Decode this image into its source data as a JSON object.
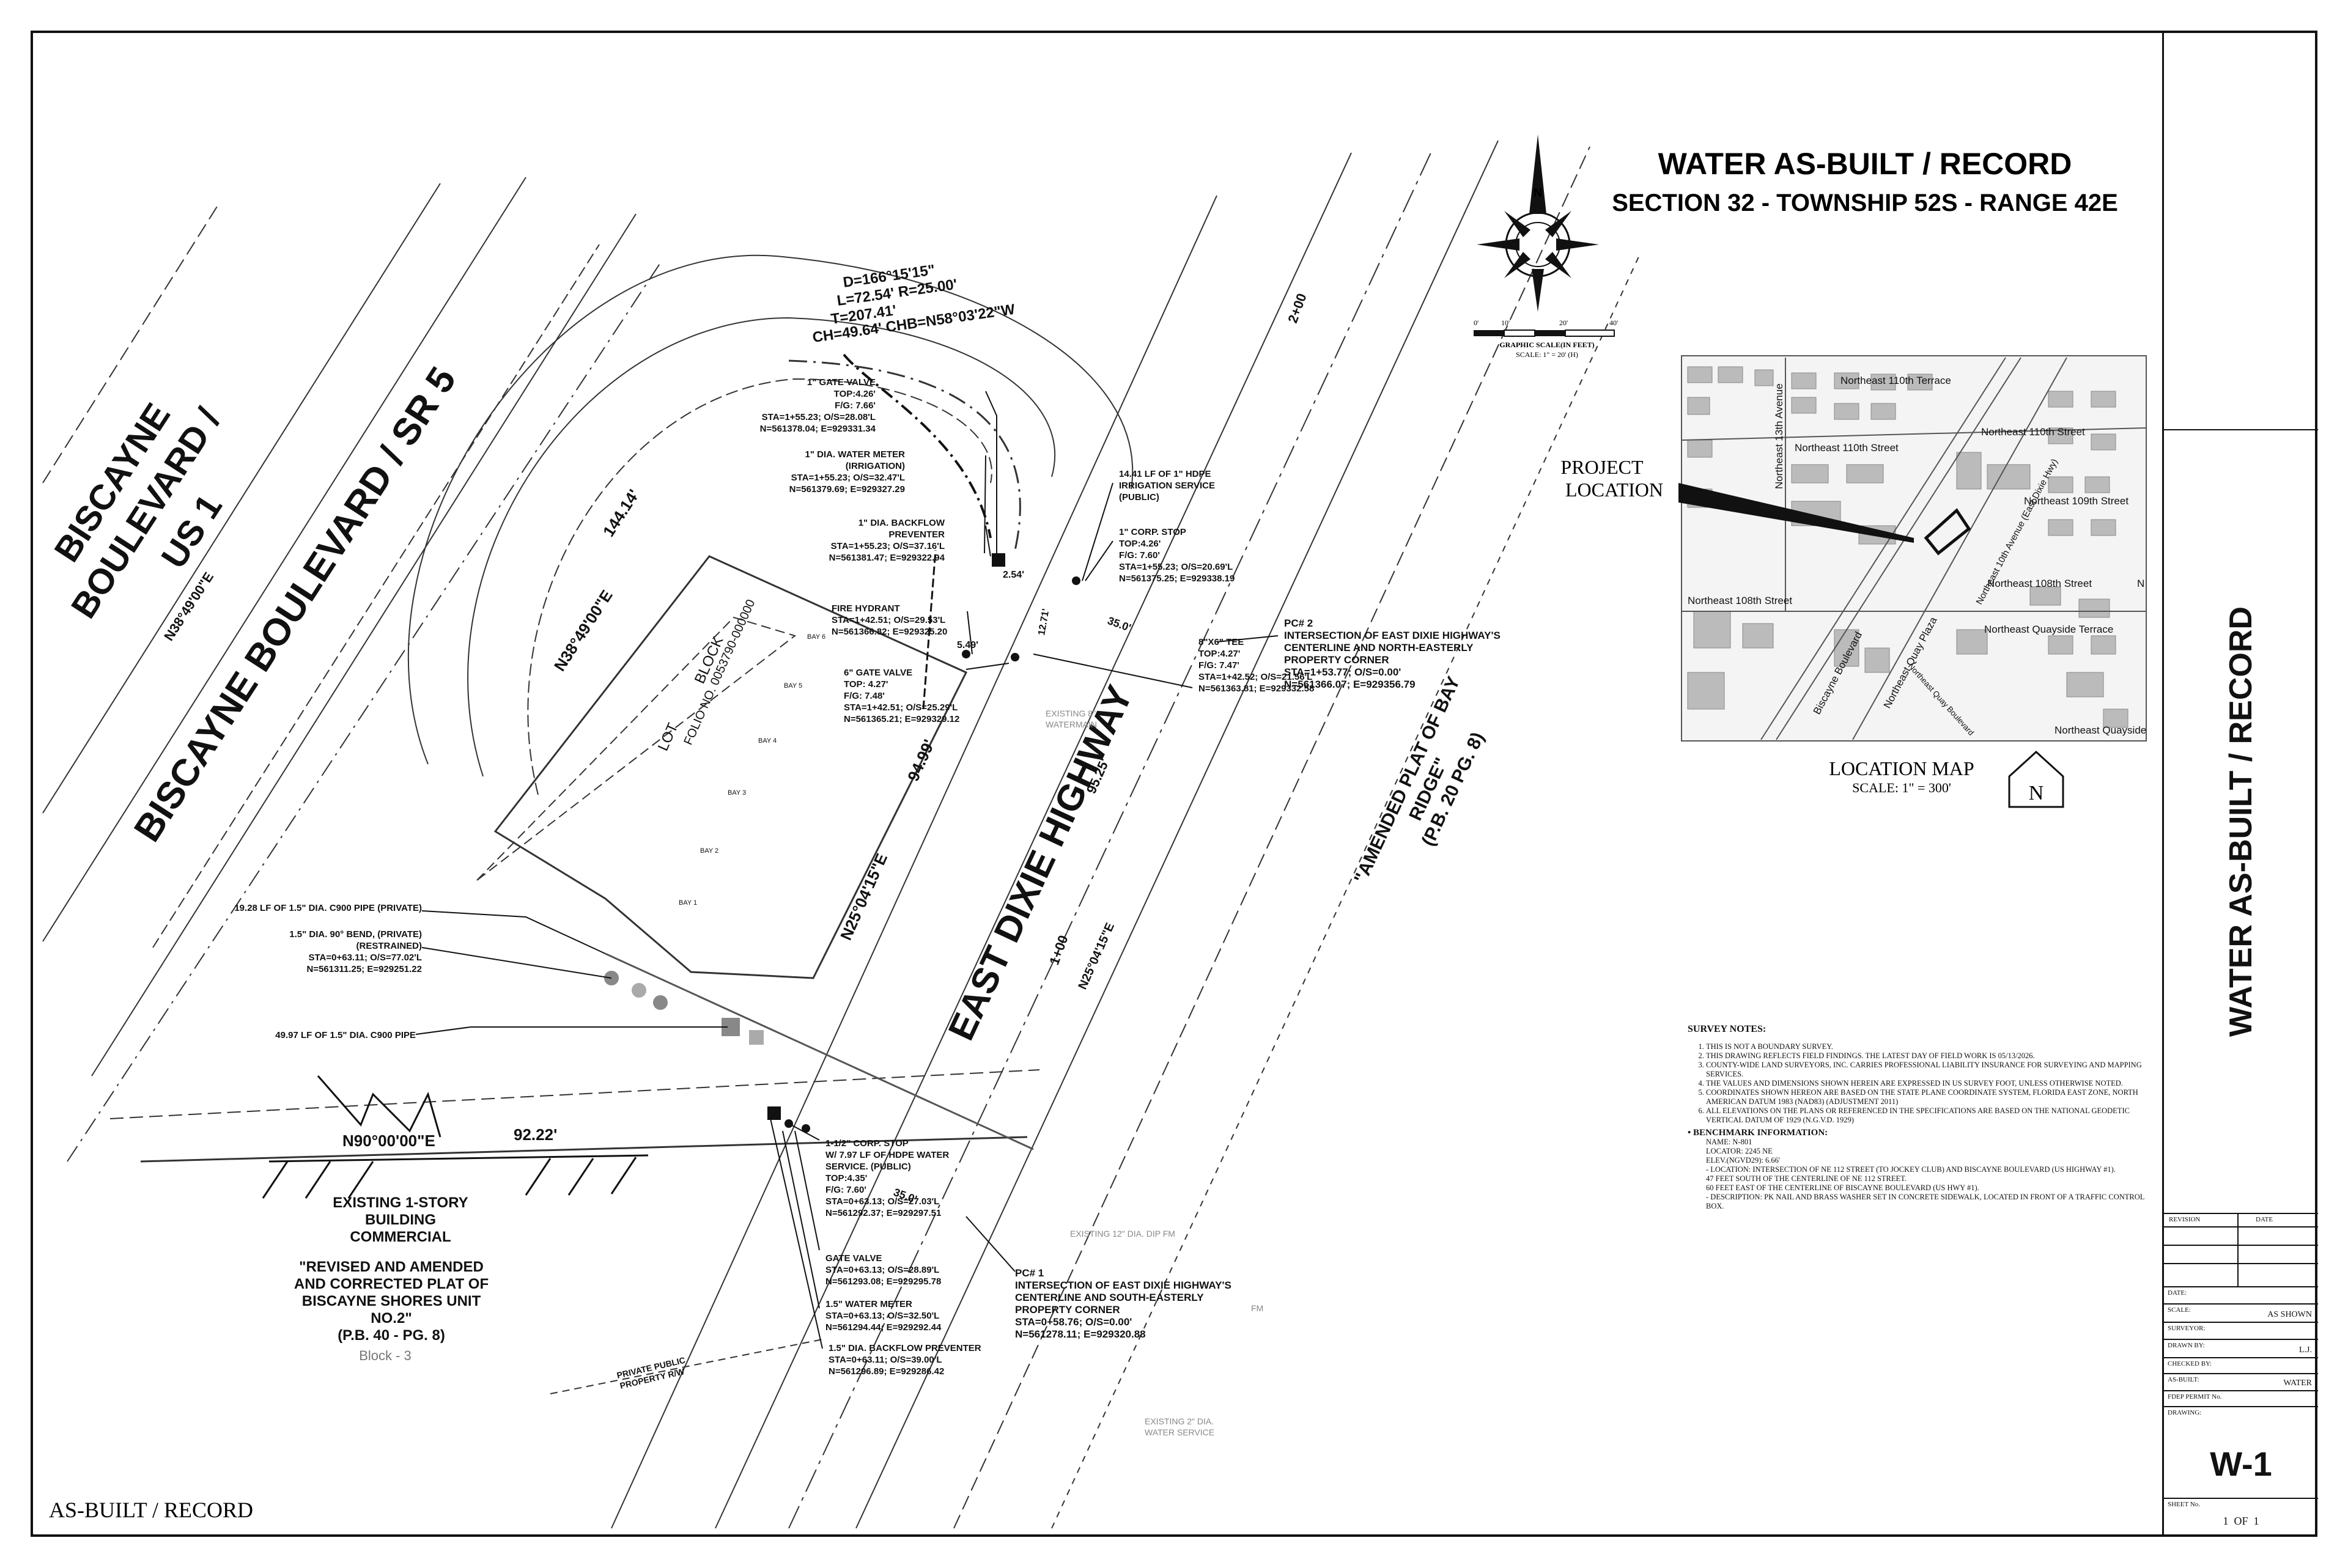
{
  "title": {
    "main": "WATER AS-BUILT / RECORD",
    "sub": "SECTION 32 - TOWNSHIP 52S - RANGE 42E"
  },
  "stamp": "AS-BUILT / RECORD",
  "north_letter": "N",
  "graphic_scale": {
    "ticks": [
      "0'",
      "10'",
      "20'",
      "40'"
    ],
    "label": "GRAPHIC SCALE(IN FEET)",
    "scale": "SCALE: 1\" = 20' (H)"
  },
  "location_map": {
    "project_label_1": "PROJECT",
    "project_label_2": "LOCATION",
    "title": "LOCATION MAP",
    "scale": "SCALE: 1\" = 300'",
    "streets": [
      "Northeast 110th Terrace",
      "Northeast 110th Street",
      "Northeast 110th Street",
      "Northeast 109th Street",
      "Northeast 108th Street",
      "Northeast 108th Street",
      "Northeast Quayside Terrace",
      "Northeast Quayside",
      "Biscayne Boulevard",
      "Northeast Quay Plaza",
      "Northeast Quay Boulevard",
      "Northeast 13th Avenue",
      "Northeast 10th Avenue (East Dixie Hwy)",
      "N"
    ]
  },
  "plan": {
    "roads": {
      "biscayne_us1": [
        "BISCAYNE",
        "BOULEVARD /",
        "US 1"
      ],
      "biscayne_sr5": "BISCAYNE   BOULEVARD / SR 5",
      "east_dixie": "EAST   DIXIE   HIGHWAY",
      "amended_plat": [
        "\"AMENDED PLAT OF BAY",
        "RIDGE\"",
        "(P.B. 20 PG. 8)"
      ]
    },
    "bearings": {
      "n38_a": "N38°49'00\"E",
      "n38_b": "N38°49'00\"E",
      "n25_a": "N25°04'15\"E",
      "n25_b": "N25°04'15\"E",
      "n90": "N90°00'00\"E"
    },
    "distances": {
      "d144": "144.14'",
      "d94": "94.99'",
      "d95": "95.25'",
      "d92": "92.22'",
      "d35a": "35.0'",
      "d35b": "35.0'",
      "d254": "2.54'",
      "d549": "5.49'",
      "d1271": "12.71'"
    },
    "stations": {
      "s200": "2+00",
      "s100": "1+00"
    },
    "curve": [
      "D=166°15'15\"",
      "L=72.54' R=25.00'",
      "T=207.41'",
      "CH=49.64' CHB=N58°03'22\"W"
    ],
    "lot": {
      "lot": "LOT",
      "block": "BLOCK",
      "folio": "FOLIO NO. 0053790-000000"
    },
    "bays": [
      "BAY 6",
      "BAY 5",
      "BAY 4",
      "BAY 3",
      "BAY 2",
      "BAY 1"
    ],
    "existing_building": [
      "EXISTING 1-STORY",
      "BUILDING",
      "COMMERCIAL"
    ],
    "plat": [
      "\"REVISED AND AMENDED",
      "AND CORRECTED PLAT OF",
      "BISCAYNE SHORES UNIT",
      "NO.2\"",
      "(P.B. 40 - PG. 8)"
    ],
    "block3": "Block - 3",
    "row_label": [
      "PRIVATE  PUBLIC",
      "PROPERTY  R/W"
    ],
    "existing": {
      "water_12": "EXISTING 12\" DIA. DIP FM",
      "water_8": [
        "EXISTING 8\"",
        "WATERMAIN"
      ],
      "water_2": [
        "EXISTING 2\" DIA.",
        "WATER SERVICE"
      ],
      "fm": "FM"
    },
    "callouts": [
      {
        "id": "gate1",
        "lines": [
          "1\" GATE VALVE",
          "TOP:4.26'",
          "F/G: 7.66'",
          "STA=1+55.23; O/S=28.08'L",
          "N=561378.04; E=929331.34"
        ]
      },
      {
        "id": "meter1",
        "lines": [
          "1\" DIA. WATER METER",
          "(IRRIGATION)",
          "STA=1+55.23; O/S=32.47'L",
          "N=561379.69; E=929327.29"
        ]
      },
      {
        "id": "backflow1",
        "lines": [
          "1\" DIA. BACKFLOW",
          "PREVENTER",
          "STA=1+55.23; O/S=37.16'L",
          "N=561381.47; E=929322.94"
        ]
      },
      {
        "id": "hydrant",
        "lines": [
          "FIRE HYDRANT",
          "STA=1+42.51; O/S=29.53'L",
          "N=561366.82; E=929325.20"
        ]
      },
      {
        "id": "gate6",
        "lines": [
          "6\" GATE VALVE",
          "TOP: 4.27'",
          "F/G: 7.48'",
          "STA=1+42.51; O/S=25.29'L",
          "N=561365.21; E=929329.12"
        ]
      },
      {
        "id": "hdpe14",
        "lines": [
          "14.41 LF OF 1\" HDPE",
          "IRRIGATION SERVICE",
          "(PUBLIC)"
        ]
      },
      {
        "id": "corp1",
        "lines": [
          "1\" CORP. STOP",
          "TOP:4.26'",
          "F/G: 7.60'",
          "STA=1+55.23; O/S=20.69'L",
          "N=561375.25; E=929338.19"
        ]
      },
      {
        "id": "tee",
        "lines": [
          "8\"X6\" TEE",
          "TOP:4.27'",
          "F/G: 7.47'",
          "STA=1+42.52; O/S=21.56'L",
          "N=561363.81; E=929332.58"
        ]
      },
      {
        "id": "pc2",
        "lines": [
          "PC# 2",
          "INTERSECTION OF EAST DIXIE HIGHWAY'S",
          "CENTERLINE AND NORTH-EASTERLY",
          "PROPERTY CORNER",
          "STA=1+53.77; O/S=0.00'",
          "N=561366.07; E=929356.79"
        ]
      },
      {
        "id": "c900_19",
        "lines": [
          "19.28 LF OF 1.5\" DIA. C900 PIPE (PRIVATE)"
        ]
      },
      {
        "id": "bend",
        "lines": [
          "1.5\" DIA. 90° BEND, (PRIVATE)",
          "(RESTRAINED)",
          "STA=0+63.11; O/S=77.02'L",
          "N=561311.25; E=929251.22"
        ]
      },
      {
        "id": "c900_49",
        "lines": [
          "49.97 LF OF 1.5\" DIA. C900 PIPE"
        ]
      },
      {
        "id": "corp15",
        "lines": [
          "1-1/2\" CORP. STOP",
          "W/ 7.97 LF OF HDPE WATER",
          "SERVICE. (PUBLIC)",
          "TOP:4.35'",
          "F/G: 7.60'",
          "STA=0+63.13; O/S=27.03'L",
          "N=561292.37; E=929297.51"
        ]
      },
      {
        "id": "gatev",
        "lines": [
          "GATE VALVE",
          "STA=0+63.13; O/S=28.89'L",
          "N=561293.08; E=929295.78"
        ]
      },
      {
        "id": "meter15",
        "lines": [
          "1.5\" WATER METER",
          "STA=0+63.13; O/S=32.50'L",
          "N=561294.44; E=929292.44"
        ]
      },
      {
        "id": "backflow15",
        "lines": [
          "1.5\" DIA. BACKFLOW PREVENTER",
          "STA=0+63.11; O/S=39.00'L",
          "N=561296.89; E=929286.42"
        ]
      },
      {
        "id": "pc1",
        "lines": [
          "PC# 1",
          "INTERSECTION OF EAST DIXIE HIGHWAY'S",
          "CENTERLINE AND SOUTH-EASTERLY",
          "PROPERTY CORNER",
          "STA=0+58.76; O/S=0.00'",
          "N=561278.11; E=929320.88"
        ]
      }
    ]
  },
  "survey_notes": {
    "title": "SURVEY NOTES:",
    "items": [
      "THIS IS NOT A BOUNDARY SURVEY.",
      "THIS DRAWING REFLECTS FIELD FINDINGS. THE LATEST DAY OF FIELD WORK IS 05/13/2026.",
      "COUNTY-WIDE LAND SURVEYORS, INC. CARRIES PROFESSIONAL LIABILITY INSURANCE FOR SURVEYING AND MAPPING SERVICES.",
      "THE VALUES AND DIMENSIONS SHOWN HEREIN ARE EXPRESSED IN US SURVEY FOOT, UNLESS OTHERWISE NOTED.",
      "COORDINATES SHOWN HEREON ARE BASED ON THE STATE PLANE COORDINATE SYSTEM, FLORIDA EAST ZONE, NORTH AMERICAN DATUM 1983 (NAD83) (ADJUSTMENT 2011)",
      "ALL ELEVATIONS ON THE PLANS OR REFERENCED IN THE SPECIFICATIONS ARE BASED ON THE NATIONAL GEODETIC VERTICAL DATUM OF 1929 (N.G.V.D. 1929)"
    ],
    "benchmark_title": "BENCHMARK INFORMATION:",
    "benchmark": [
      "NAME: N-801",
      "LOCATOR: 2245 NE",
      "ELEV.(NGVD29): 6.66'",
      "- LOCATION: INTERSECTION OF NE 112 STREET (TO JOCKEY CLUB) AND BISCAYNE BOULEVARD (US HIGHWAY #1).",
      "47 FEET SOUTH OF THE CENTERLINE OF NE 112 STREET.",
      "60 FEET EAST OF THE CENTERLINE OF BISCAYNE BOULEVARD (US HWY #1).",
      "- DESCRIPTION: PK NAIL AND BRASS WASHER SET IN CONCRETE SIDEWALK, LOCATED IN FRONT OF A TRAFFIC CONTROL BOX."
    ]
  },
  "title_block": {
    "vertical_title": "WATER AS-BUILT / RECORD",
    "revision": "REVISION",
    "date_col": "DATE",
    "date": "DATE:",
    "scale_label": "SCALE:",
    "scale_value": "AS SHOWN",
    "surveyor": "SURVEYOR:",
    "drawn_label": "DRAWN BY:",
    "drawn_value": "L.J.",
    "checked": "CHECKED BY:",
    "asbuilt_label": "AS-BUILT:",
    "asbuilt_value": "WATER",
    "fdep": "FDEP PERMIT No.",
    "drawing": "DRAWING:",
    "drawing_no": "W-1",
    "sheet_label": "SHEET No.",
    "sheet_value": "1  OF  1"
  }
}
